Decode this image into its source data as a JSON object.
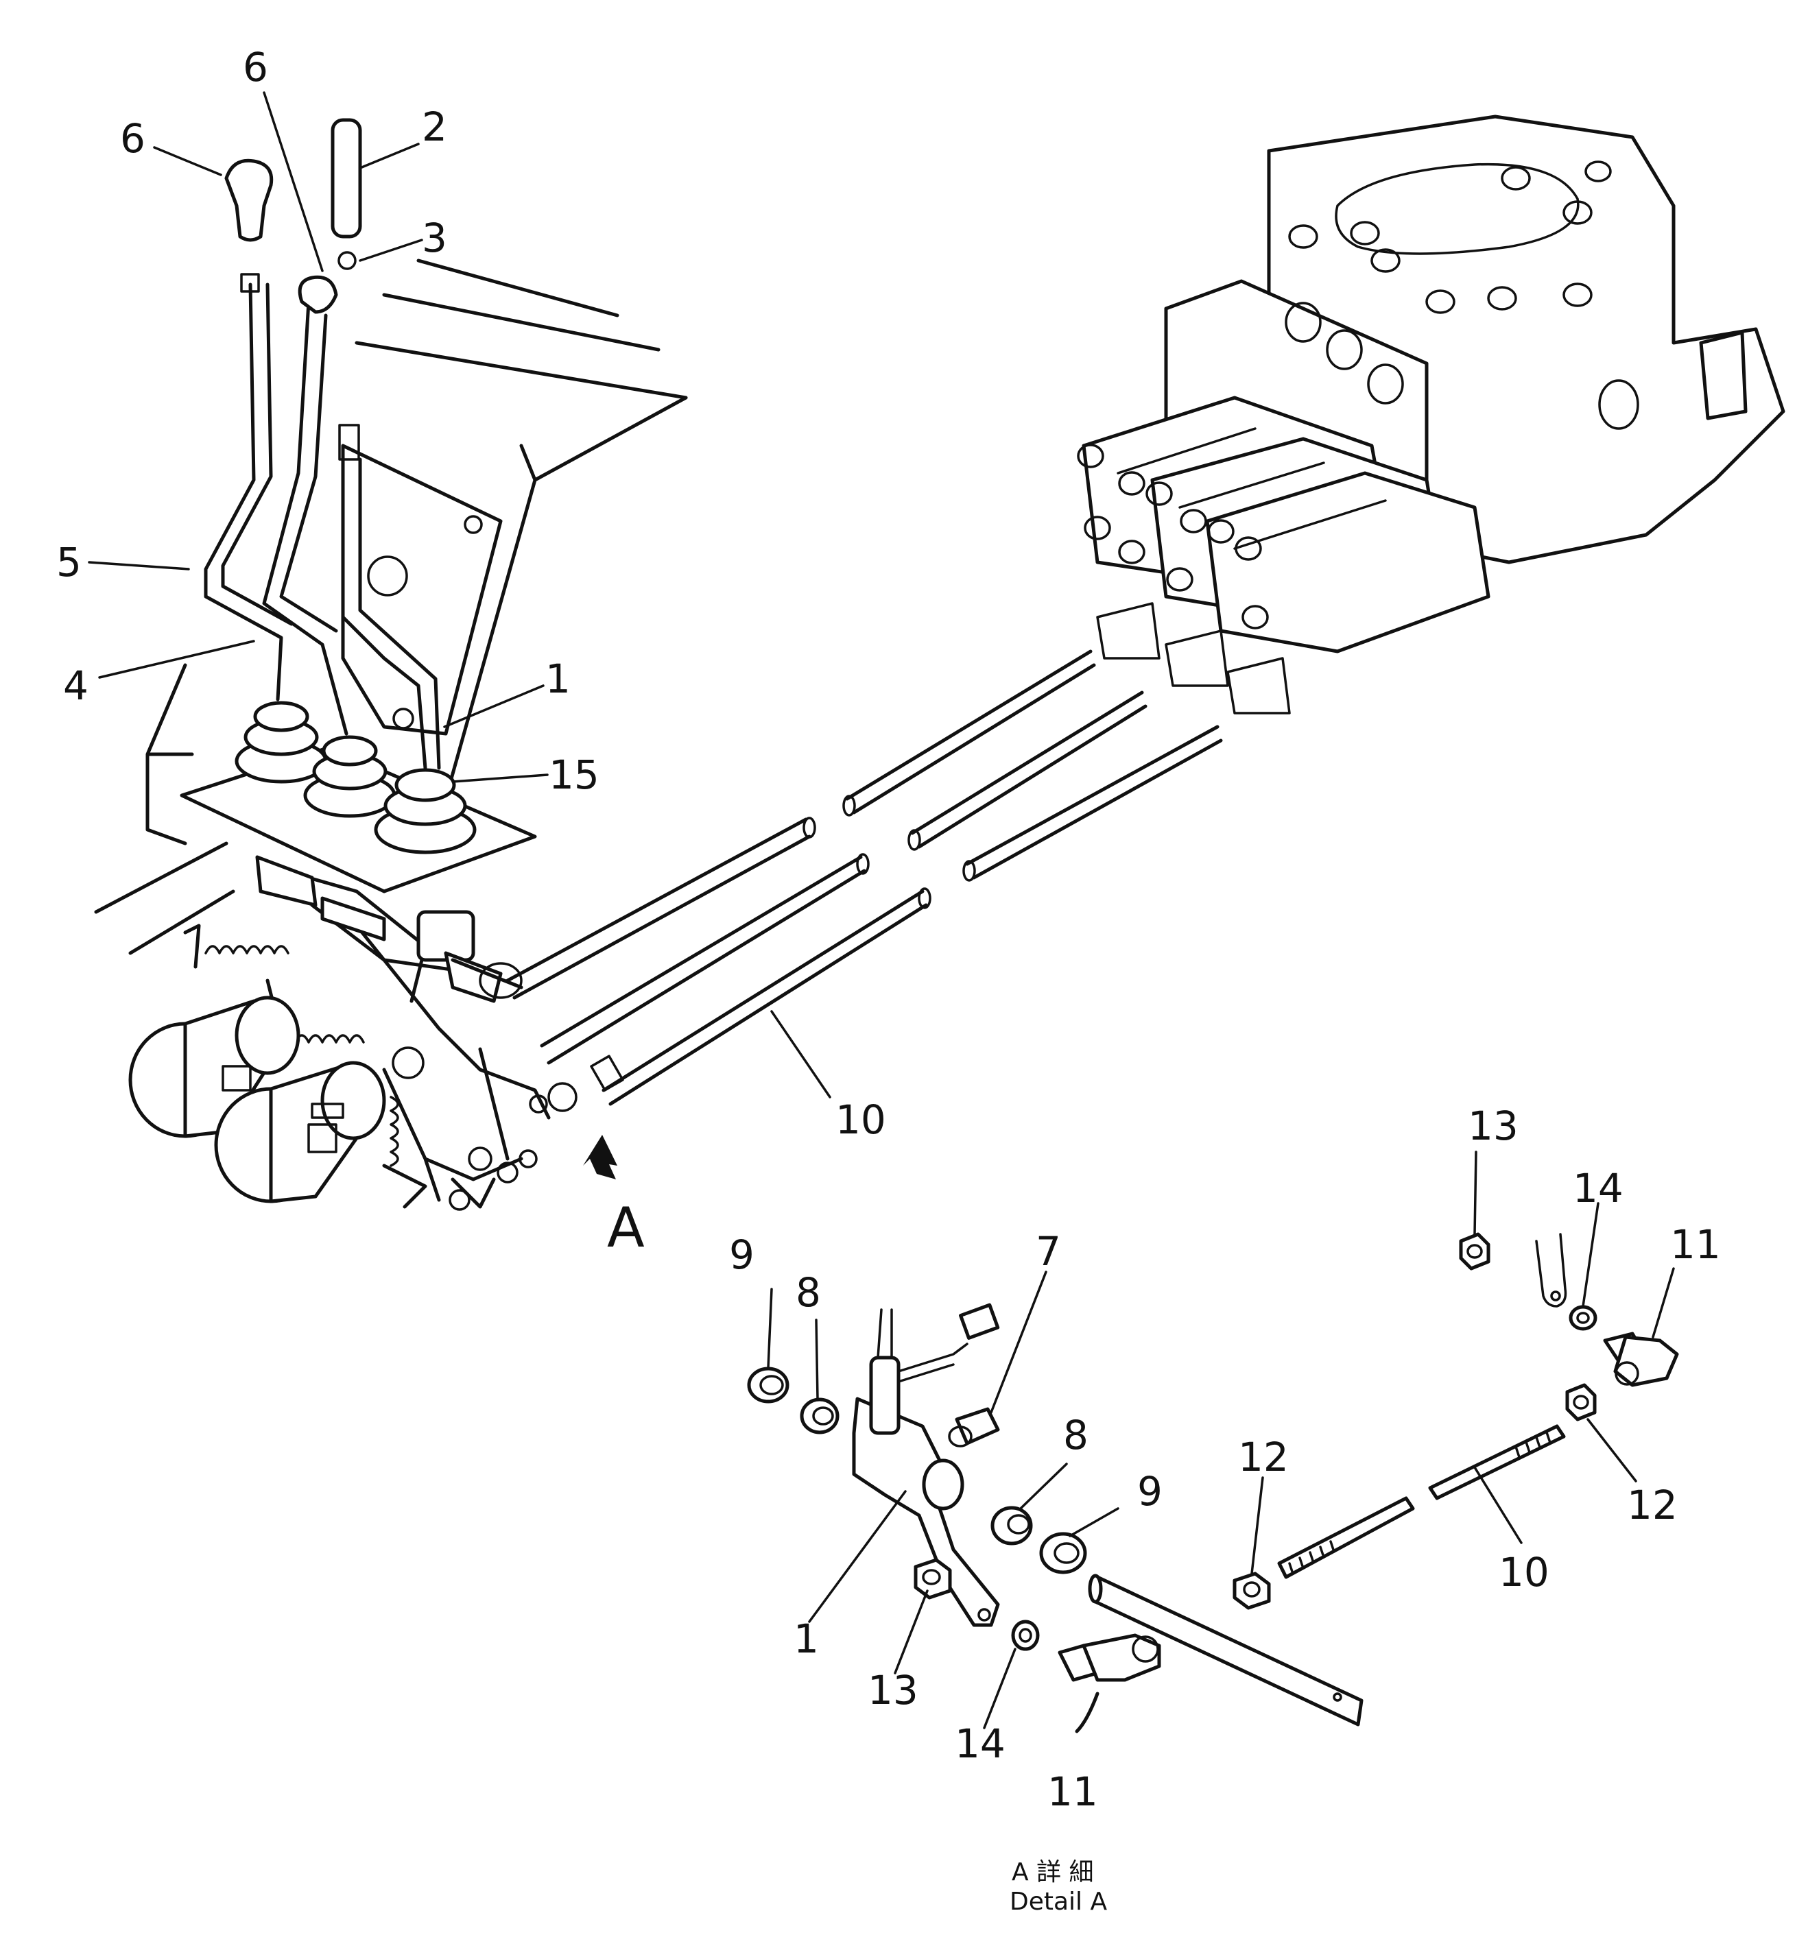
{
  "labels": {
    "l6a": "6",
    "l6b": "6",
    "l2": "2",
    "l3": "3",
    "l5": "5",
    "l4": "4",
    "l1a": "1",
    "l15": "15",
    "l10a": "10",
    "lA": "A",
    "l9a": "9",
    "l8a": "8",
    "l7": "7",
    "l8b": "8",
    "l9b": "9",
    "l1b": "1",
    "l13a": "13",
    "l14a": "14",
    "l11a": "11",
    "l12a": "12",
    "l10b": "10",
    "l13b": "13",
    "l14b": "14",
    "l11b": "11",
    "l12b": "12"
  },
  "caption": {
    "jp": "A 詳 細",
    "en": "Detail A"
  }
}
